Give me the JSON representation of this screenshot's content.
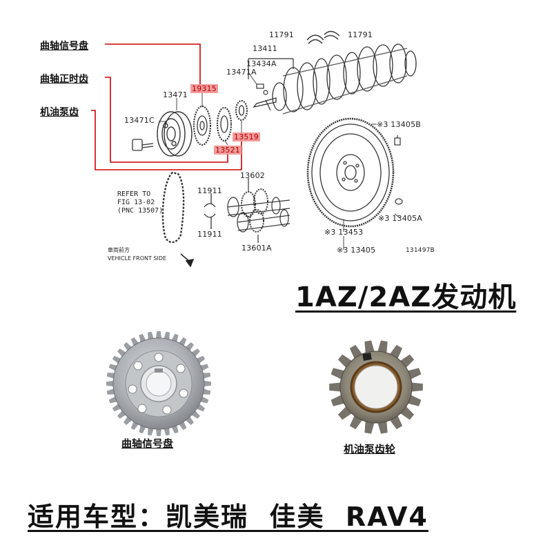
{
  "callouts": {
    "crank_signal_plate": "曲轴信号盘",
    "crank_timing_gear": "曲轴正时齿",
    "oil_pump_gear": "机油泵齿"
  },
  "part_numbers": {
    "p11791_left": "11791",
    "p11791_right": "11791",
    "p13411": "13411",
    "p13434A": "13434A",
    "p13471A": "13471A",
    "p13471": "13471",
    "p19315": "19315",
    "p13471C": "13471C",
    "p13521": "13521",
    "p13519": "13519",
    "p13405B": "※3 13405B",
    "p13602": "13602",
    "p11911_top": "11911",
    "p11911_bottom": "11911",
    "p13601A": "13601A",
    "p13453": "※3 13453",
    "p13405A": "※3 13405A",
    "p13405": "※3 13405",
    "figure_code": "131497B"
  },
  "notes": {
    "refer_to": "REFER TO\nFIG 13-02\n(PNC 13507)",
    "front_cn": "車両前方",
    "front_en": "VEHICLE FRONT SIDE"
  },
  "engine_title": "1AZ/2AZ发动机",
  "photos": {
    "signal_plate_caption": "曲轴信号盘",
    "oil_pump_gear_caption": "机油泵齿轮"
  },
  "fitment": "适用车型：凯美瑞  佳美  RAV4",
  "colors": {
    "highlight_bg": "#f29a9a",
    "highlight_text": "#b00000",
    "leader_line": "#cc0000"
  }
}
